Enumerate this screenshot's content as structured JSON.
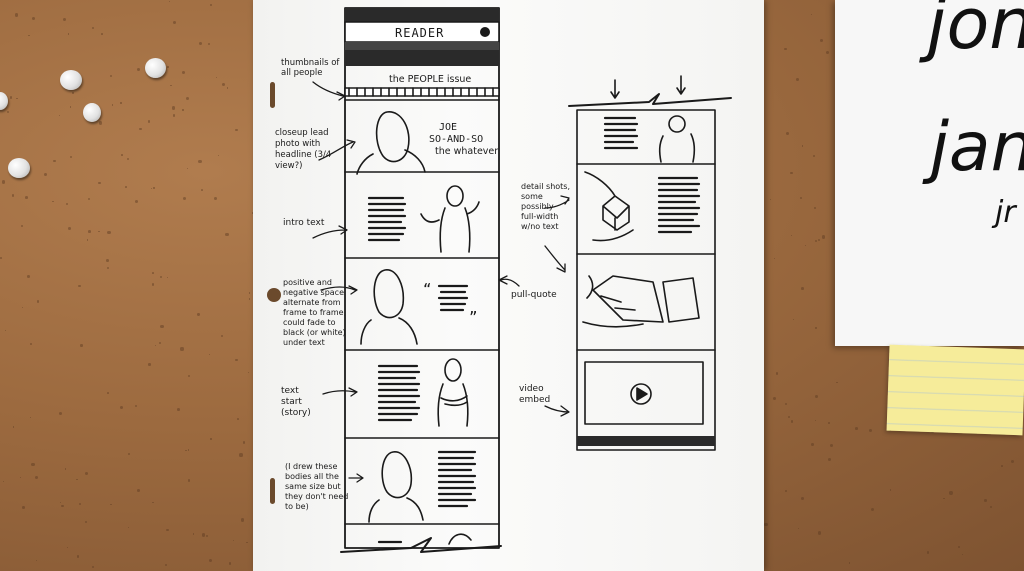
{
  "sketch": {
    "masthead": "READER",
    "issue_title": "the PEOPLE issue",
    "headline_line1": "JOE",
    "headline_line2": "SO-AND-SO",
    "headline_sub": "the whatever",
    "left_notes": [
      "thumbnails of all people",
      "closeup lead photo with headline (3/4 view?)",
      "intro text",
      "positive and negative space alternate from frame to frame, could fade to black (or white) under text",
      "text start (story)",
      "(I drew these bodies all the same size but they don't need to be)"
    ],
    "right_notes": [
      "detail shots, some possibly full-width w/no text",
      "pull-quote",
      "video embed"
    ]
  },
  "side_paper": {
    "lettering": [
      "jon",
      "jan",
      "jr"
    ]
  }
}
